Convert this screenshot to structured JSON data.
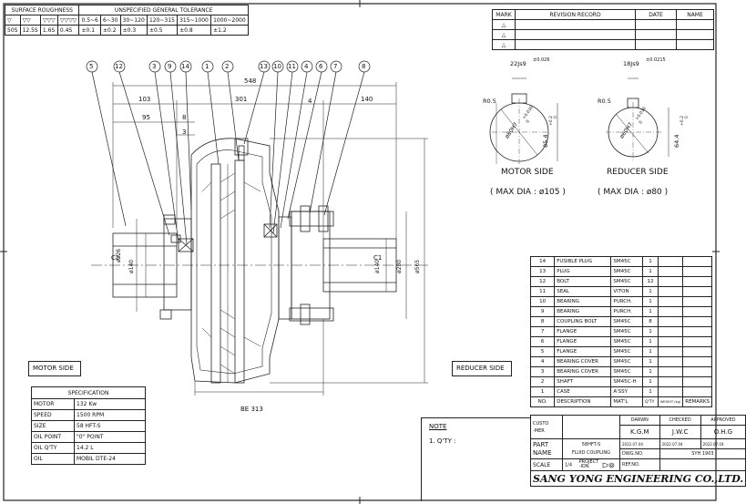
{
  "tolerance_table": {
    "surface_header": "SURFACE ROUGHNESS",
    "general_header": "UNSPECIFIED GENERAL TOLERANCE",
    "symbols": [
      "▽",
      "▽▽",
      "▽▽▽",
      "▽▽▽▽"
    ],
    "ranges": [
      "0.5~6",
      "6~30",
      "30~120",
      "120~315",
      "315~1000",
      "1000~2000"
    ],
    "roughness_values": [
      "50S",
      "12.5S",
      "1.6S",
      "0.4S"
    ],
    "tolerance_values": [
      "±0.1",
      "±0.2",
      "±0.3",
      "±0.5",
      "±0.8",
      "±1.2"
    ]
  },
  "revision_block": {
    "mark": "MARK",
    "revision_record": "REVISION   RECORD",
    "date": "DATE",
    "name": "NAME"
  },
  "balloons": [
    "5",
    "12",
    "3",
    "9",
    "14",
    "1",
    "2",
    "13",
    "10",
    "11",
    "4",
    "6",
    "7",
    "8"
  ],
  "dimensions": {
    "overall_length": "548",
    "d103": "103",
    "d301": "301",
    "d140": "140",
    "d95": "95",
    "d8": "8",
    "d3": "3",
    "d4": "4",
    "be": "BE 313",
    "dia226": "ø226",
    "dia140": "ø140",
    "dia280": "ø280",
    "dia565": "ø565",
    "c1": "C1",
    "c2": "C2"
  },
  "motor_side_detail": {
    "key": "22Js9",
    "key_tol": "±0.026",
    "bore": "ø80H7",
    "bore_tol_hi": "+0.030",
    "bore_tol_lo": "0",
    "height": "85.4",
    "height_tol_hi": "+0.2",
    "height_tol_lo": "0",
    "radius": "R0.5",
    "title": "MOTOR SIDE",
    "max_dia": "( MAX DIA : ø105 )"
  },
  "reducer_side_detail": {
    "key": "18Js9",
    "key_tol": "±0.0215",
    "bore": "ø60H7",
    "bore_tol_hi": "+0.030",
    "bore_tol_lo": "0",
    "height": "64.4",
    "height_tol_hi": "+0.2",
    "height_tol_lo": "0",
    "radius": "R0.5",
    "title": "REDUCER SIDE",
    "max_dia": "( MAX DIA : ø80 )"
  },
  "side_labels": {
    "motor": "MOTOR SIDE",
    "reducer": "REDUCER SIDE"
  },
  "specification": {
    "title": "SPECIFICATION",
    "rows": [
      {
        "key": "MOTOR",
        "value": "132 Kw"
      },
      {
        "key": "SPEED",
        "value": "1500 RPM"
      },
      {
        "key": "SIZE",
        "value": "58 HFT-S"
      },
      {
        "key": "OIL POINT",
        "value": "\"0\" POINT"
      },
      {
        "key": "OIL Q'TY",
        "value": "14.2 L"
      },
      {
        "key": "OIL",
        "value": "MOBIL DTE-24"
      }
    ]
  },
  "note": {
    "title": "NOTE",
    "line1": "1. Q'TY :"
  },
  "parts_list": {
    "header": {
      "no": "NO.",
      "description": "DESCRIPTION",
      "material": "MAT'L",
      "qty": "Q'TY",
      "weight": "WEIGHT (kg)",
      "remarks": "REMARKS"
    },
    "rows": [
      {
        "no": "14",
        "desc": "FUSIBLE PLUG",
        "mat": "SM45C",
        "qty": "1"
      },
      {
        "no": "13",
        "desc": "PLUG",
        "mat": "SM45C",
        "qty": "1"
      },
      {
        "no": "12",
        "desc": "BOLT",
        "mat": "SM45C",
        "qty": "12"
      },
      {
        "no": "11",
        "desc": "SEAL",
        "mat": "VITON",
        "qty": "1"
      },
      {
        "no": "10",
        "desc": "BEARING",
        "mat": "PURCH.",
        "qty": "1"
      },
      {
        "no": "9",
        "desc": "BEARING",
        "mat": "PURCH.",
        "qty": "1"
      },
      {
        "no": "8",
        "desc": "COUPLING BOLT",
        "mat": "SM45C",
        "qty": "8"
      },
      {
        "no": "7",
        "desc": "FLANGE",
        "mat": "SM45C",
        "qty": "1"
      },
      {
        "no": "6",
        "desc": "FLANGE",
        "mat": "SM45C",
        "qty": "1"
      },
      {
        "no": "5",
        "desc": "FLANGE",
        "mat": "SM45C",
        "qty": "1"
      },
      {
        "no": "4",
        "desc": "BEARING COVER",
        "mat": "SM45C",
        "qty": "1"
      },
      {
        "no": "3",
        "desc": "BEARING COVER",
        "mat": "SM45C",
        "qty": "1"
      },
      {
        "no": "2",
        "desc": "SHAFT",
        "mat": "SM45C-H",
        "qty": "1"
      },
      {
        "no": "1",
        "desc": "CASE",
        "mat": "A'SSY",
        "qty": "1"
      }
    ]
  },
  "title_block": {
    "custo_label": "CUSTO",
    "custo_value": "-MER",
    "part_label": "PART",
    "name_label": "NAME",
    "part_name_1": "58HFT-S",
    "part_name_2": "FLUID COUPLING",
    "scale_label": "SCALE",
    "scale_value": "1/4",
    "projection_label": "PROJECT",
    "projection_value": "-ION",
    "drawn": "DARWN",
    "checked": "CHECKED",
    "approved": "APPROVED",
    "drawn_by": "K.G.M",
    "checked_by": "J.W.C",
    "approved_by": "O.H.G",
    "date1": "2022.07.04",
    "date2": "2022.07.04",
    "date3": "2022.07.04",
    "dwg_no_label": "DWG.NO.",
    "dwg_no_value": "SYH 1903",
    "ref_no_label": "REF.NO.",
    "company": "SANG YONG ENGINEERING CO.,LTD."
  }
}
